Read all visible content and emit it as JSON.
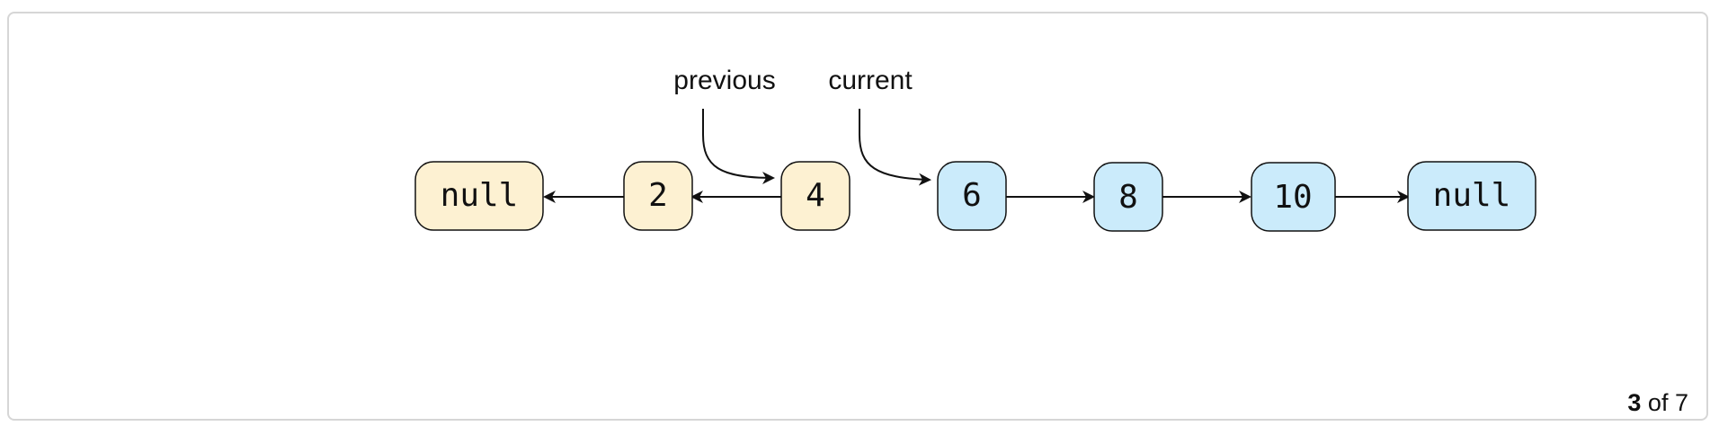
{
  "diagram": {
    "nodes": [
      {
        "label": "null",
        "group": "reversed"
      },
      {
        "label": "2",
        "group": "reversed"
      },
      {
        "label": "4",
        "group": "reversed"
      },
      {
        "label": "6",
        "group": "remaining"
      },
      {
        "label": "8",
        "group": "remaining"
      },
      {
        "label": "10",
        "group": "remaining"
      },
      {
        "label": "null",
        "group": "remaining"
      }
    ],
    "pointers": {
      "previous": "previous",
      "current": "current"
    },
    "colors": {
      "reversed_fill": "#fdf1d2",
      "remaining_fill": "#cbebfb",
      "stroke": "#111111"
    }
  },
  "pager": {
    "current": "3",
    "separator": "of",
    "total": "7"
  }
}
